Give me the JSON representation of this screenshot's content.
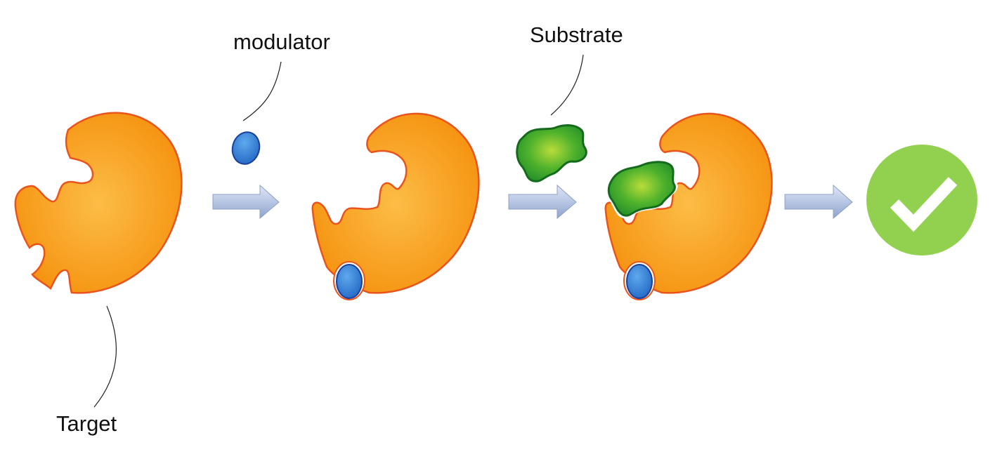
{
  "labels": {
    "modulator": "modulator",
    "substrate": "Substrate",
    "target": "Target"
  },
  "colors": {
    "enzyme_fill_center": "#fbb83e",
    "enzyme_fill_edge": "#f5900d",
    "enzyme_stroke": "#e8541c",
    "modulator_fill": "#2f7fd4",
    "modulator_stroke": "#1b3f9a",
    "substrate_fill": "#3aa52a",
    "substrate_stroke": "#156b1c",
    "arrow_fill": "#b9c8e4",
    "check_circle": "#92d050",
    "check_mark": "#ffffff"
  },
  "steps": [
    "target",
    "modulator-bound",
    "substrate-bound",
    "success"
  ]
}
